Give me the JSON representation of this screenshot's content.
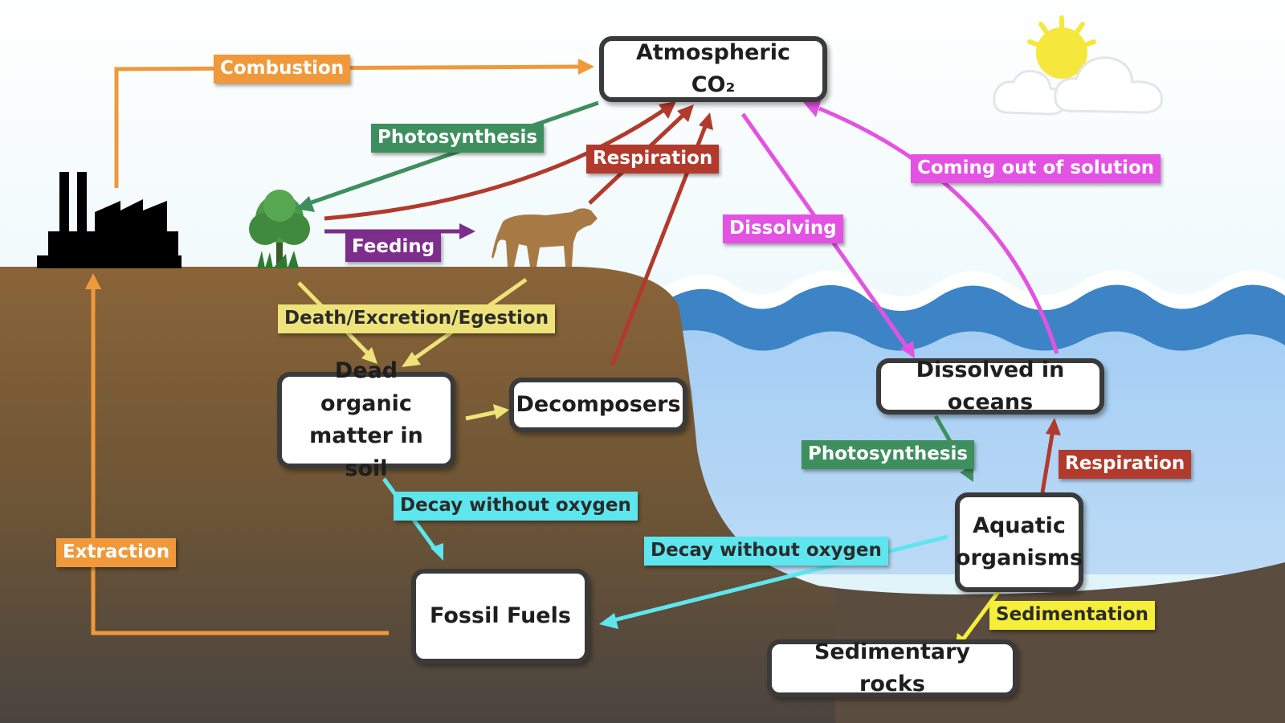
{
  "nodes": {
    "atmosphere": "Atmospheric CO₂",
    "dead_matter": "Dead organic matter in soil",
    "decomposers": "Decomposers",
    "fossil_fuels": "Fossil Fuels",
    "dissolved": "Dissolved in oceans",
    "aquatic": "Aquatic organisms",
    "sedimentary": "Sedimentary rocks"
  },
  "labels": {
    "combustion": "Combustion",
    "photosynthesis_land": "Photosynthesis",
    "respiration_land": "Respiration",
    "feeding": "Feeding",
    "death": "Death/Excretion/Egestion",
    "decay_land": "Decay without oxygen",
    "extraction": "Extraction",
    "dissolving": "Dissolving",
    "coming_out": "Coming out of solution",
    "photosynthesis_ocean": "Photosynthesis",
    "respiration_ocean": "Respiration",
    "decay_ocean": "Decay without oxygen",
    "sedimentation": "Sedimentation"
  },
  "colors": {
    "combustion": "#f0993a",
    "photosynthesis": "#3f8f5e",
    "respiration": "#b23a2c",
    "feeding": "#7d2d8c",
    "death": "#eee37a",
    "decay": "#5ee6ee",
    "dissolving": "#e352e3",
    "sedimentation": "#f5ee3a",
    "sky": "#e8f6fb",
    "soil": "#7a5a35",
    "ocean": "#a9d1f5"
  },
  "icons": [
    "factory-icon",
    "tree-icon",
    "cow-icon",
    "sun-icon",
    "cloud-icon"
  ]
}
